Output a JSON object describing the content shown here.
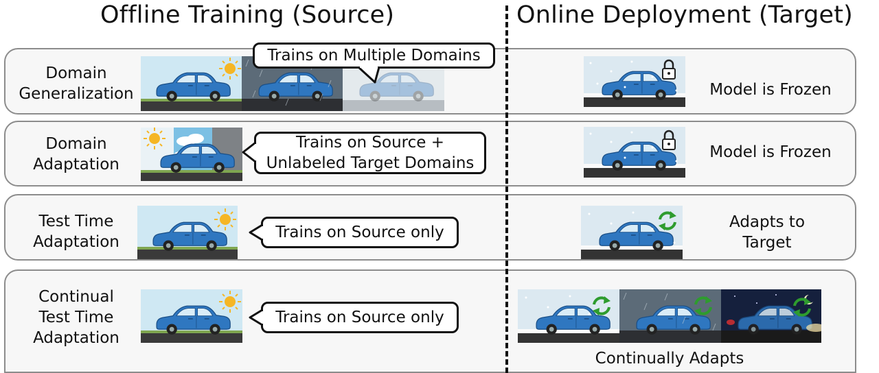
{
  "headers": {
    "offline": "Offline Training (Source)",
    "online": "Online Deployment (Target)"
  },
  "rows": [
    {
      "method_lines": [
        "Domain",
        "Generalization"
      ],
      "bubble_lines": [
        "Trains on Multiple Domains"
      ],
      "deploy_lines": [
        "Model is Frozen"
      ],
      "deploy_icon": "lock-icon"
    },
    {
      "method_lines": [
        "Domain",
        "Adaptation"
      ],
      "bubble_lines": [
        "Trains on Source +",
        "Unlabeled Target Domains"
      ],
      "deploy_lines": [
        "Model is Frozen"
      ],
      "deploy_icon": "lock-icon"
    },
    {
      "method_lines": [
        "Test Time",
        "Adaptation"
      ],
      "bubble_lines": [
        "Trains on Source only"
      ],
      "deploy_lines": [
        "Adapts to",
        "Target"
      ],
      "deploy_icon": "refresh-icon"
    },
    {
      "method_lines": [
        "Continual",
        "Test Time",
        "Adaptation"
      ],
      "bubble_lines": [
        "Trains on Source only"
      ],
      "deploy_lines": [
        "Continually Adapts"
      ],
      "deploy_icon": "refresh-icon"
    }
  ],
  "scenes": {
    "source": "sunny-scene",
    "targets": [
      "snow-scene",
      "rain-scene",
      "fog-scene",
      "night-scene",
      "cloudy-scene"
    ]
  },
  "colors": {
    "car": "#2f77c0",
    "sun": "#f5b625",
    "refresh_arrows": "#2e9c2e",
    "row_border": "#8c8c8c",
    "row_fill": "#f7f7f7"
  }
}
